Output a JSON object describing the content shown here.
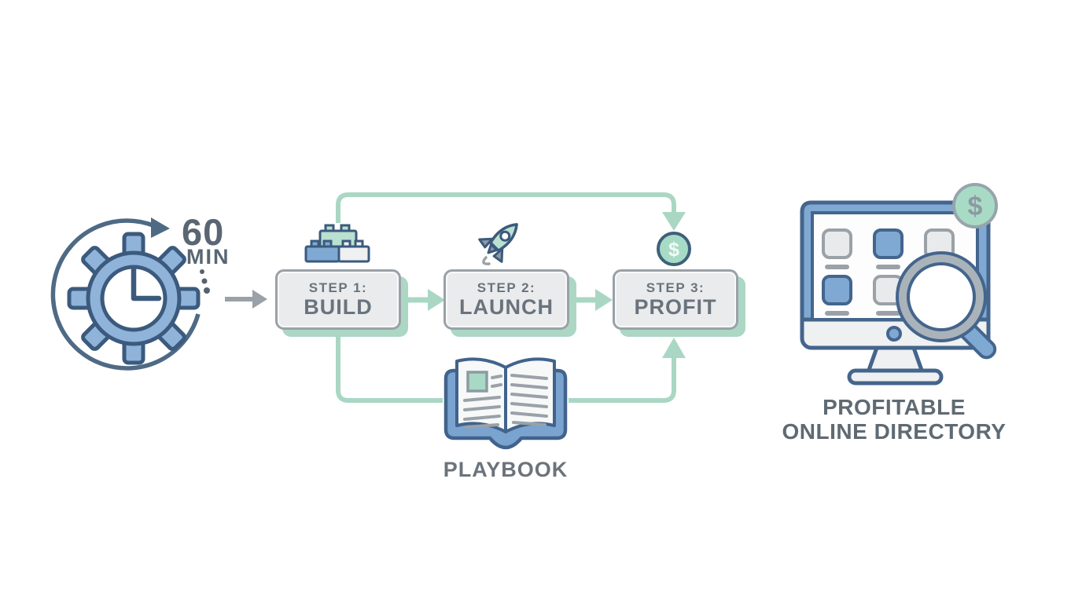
{
  "timer": {
    "value": "60",
    "unit": "MIN"
  },
  "steps": [
    {
      "title": "STEP 1:",
      "label": "BUILD"
    },
    {
      "title": "STEP 2:",
      "label": "LAUNCH"
    },
    {
      "title": "STEP 3:",
      "label": "PROFIT"
    }
  ],
  "profit_coin": {
    "symbol": "$"
  },
  "monitor_coin": {
    "symbol": "$"
  },
  "playbook": {
    "label": "PLAYBOOK"
  },
  "result": {
    "line1": "PROFITABLE",
    "line2": "ONLINE DIRECTORY"
  },
  "colors": {
    "mint": "#aad7c4",
    "mint_light": "#bfe2d2",
    "blue": "#7fa9d3",
    "blue_dark": "#3b5a7d",
    "slate": "#5a6673",
    "gray_text": "#6a737c",
    "box_fill": "#e9ebed",
    "box_border": "#9aa1a7",
    "gray_arrow": "#9aa1a8"
  }
}
